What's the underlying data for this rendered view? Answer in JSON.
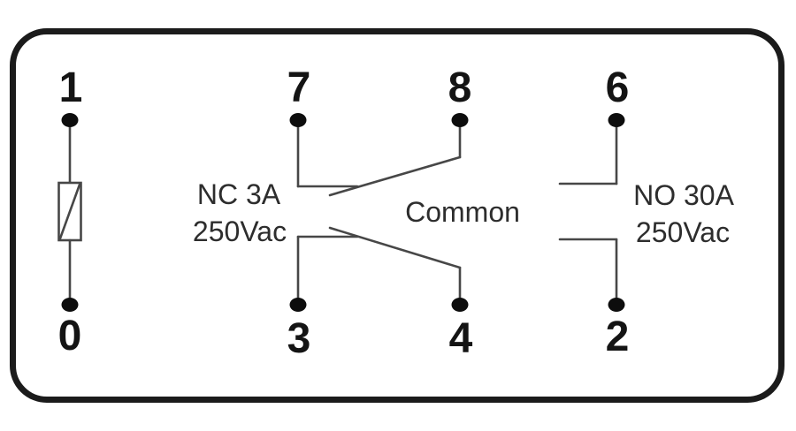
{
  "diagram": {
    "title": "relay-pinout-schematic",
    "pins": {
      "p1": "1",
      "p0": "0",
      "p7": "7",
      "p8": "8",
      "p3": "3",
      "p4": "4",
      "p6": "6",
      "p2": "2"
    },
    "labels": {
      "nc_rating_line1": "NC 3A",
      "nc_rating_line2": "250Vac",
      "common": "Common",
      "no_rating_line1": "NO 30A",
      "no_rating_line2": "250Vac"
    },
    "colors": {
      "border": "#1b1b1b",
      "wire": "#474747",
      "dot": "#0d0d0d",
      "text": "#2d2d2d"
    }
  }
}
